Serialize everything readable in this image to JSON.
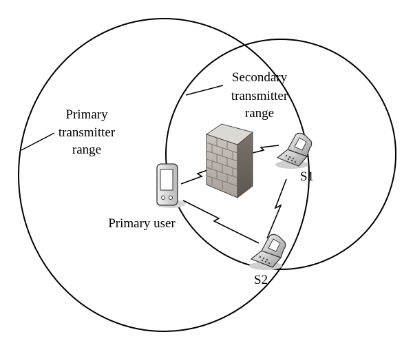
{
  "labels": {
    "primary_range": [
      "Primary",
      "transmitter",
      "range"
    ],
    "secondary_range": [
      "Secondary",
      "transmitter",
      "range"
    ],
    "primary_user": "Primary user",
    "s1": "S1",
    "s2": "S2"
  },
  "icons": {
    "primary_device": "pda-icon",
    "firewall": "brick-wall-icon",
    "secondary_device_1": "flip-phone-icon",
    "secondary_device_2": "flip-phone-icon"
  }
}
